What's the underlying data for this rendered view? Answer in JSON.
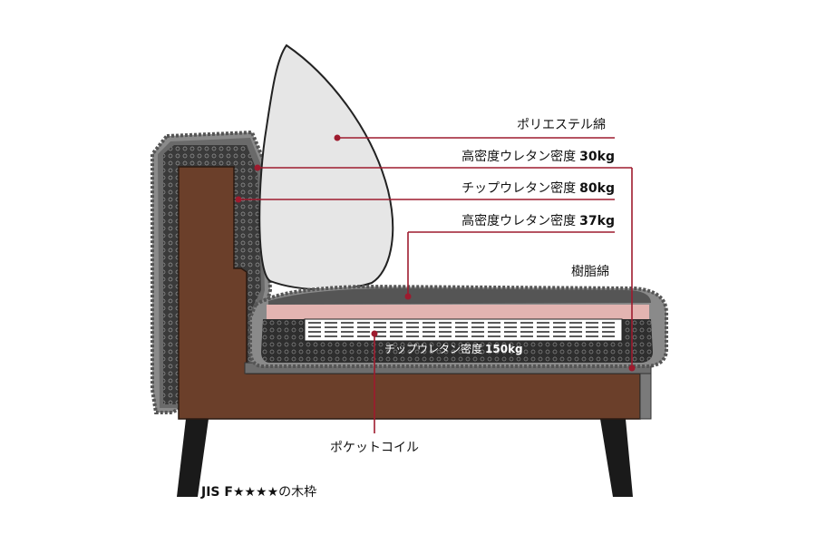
{
  "labels": {
    "polyester": "ポリエステル綿",
    "hd30": {
      "text": "高密度ウレタン密度",
      "value": "30kg"
    },
    "chip80": {
      "text": "チップウレタン密度",
      "value": "80kg"
    },
    "hd37": {
      "text": "高密度ウレタン密度",
      "value": "37kg"
    },
    "resin": "樹脂綿",
    "chip150": {
      "text": "チップウレタン密度",
      "value": "150kg"
    },
    "pocket_coil": "ポケットコイル",
    "jis": {
      "prefix": "JIS F",
      "stars": "★★★★",
      "suffix": "の木枠"
    }
  },
  "colors": {
    "leader": "#9e1b2e",
    "wood": "#6b3f2a",
    "frame": "#5e5e5e",
    "chip_urethane": "#2e2e2e",
    "cushion_pink": "#e3b4b1",
    "pillow": "#e6e6e6",
    "legs": "#1a1a1a"
  }
}
